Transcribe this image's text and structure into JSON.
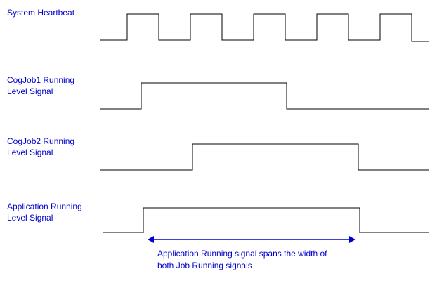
{
  "signals": [
    {
      "id": "heartbeat",
      "label_lines": [
        "System Heartbeat"
      ]
    },
    {
      "id": "cogjob1",
      "label_lines": [
        "CogJob1 Running",
        "Level Signal"
      ]
    },
    {
      "id": "cogjob2",
      "label_lines": [
        "CogJob2 Running",
        "Level Signal"
      ]
    },
    {
      "id": "application",
      "label_lines": [
        "Application Running",
        "Level Signal"
      ]
    }
  ],
  "annotation": {
    "lines": [
      "Application Running signal spans the width of",
      "both Job Running signals"
    ]
  },
  "colors": {
    "text": "#0000cc",
    "trace": "#000000",
    "arrow": "#0000cc"
  }
}
